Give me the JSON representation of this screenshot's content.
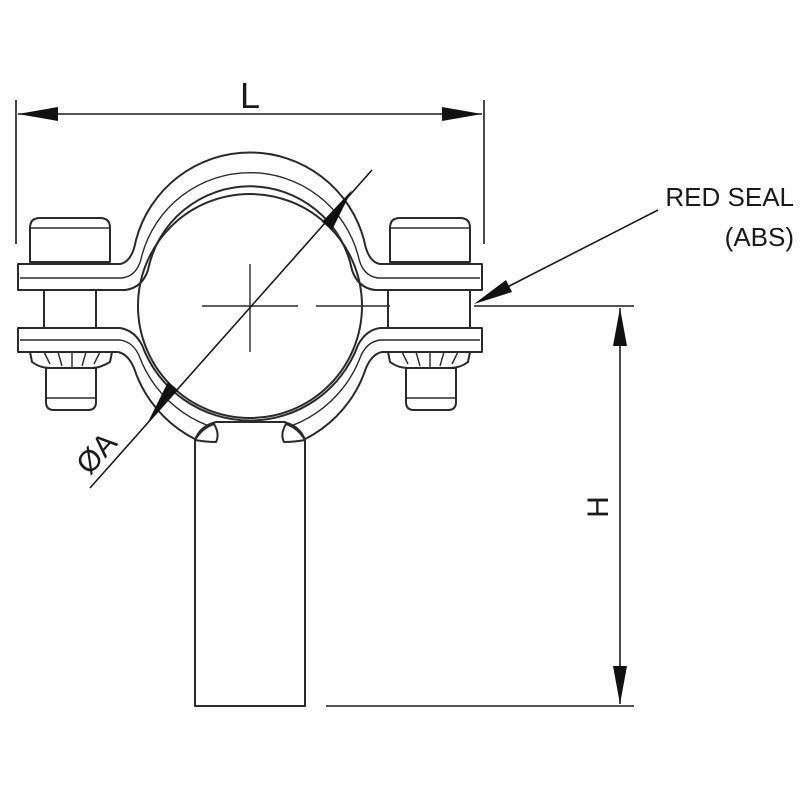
{
  "labels": {
    "length": "L",
    "height": "H",
    "diameter": "ØA",
    "seal_line1": "RED SEAL",
    "seal_line2": "(ABS)"
  }
}
